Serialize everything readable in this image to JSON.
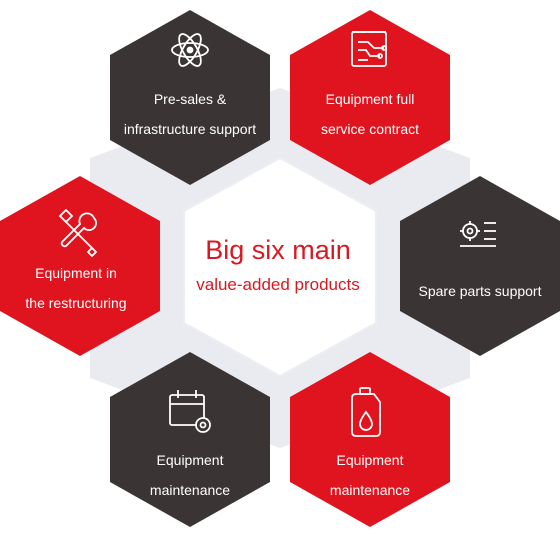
{
  "colors": {
    "red": "#e0141e",
    "dark": "#3b3434",
    "backdrop": "#e9ebf1",
    "center_fill": "#ffffff",
    "center_text": "#d81921",
    "label_text": "#ffffff"
  },
  "center": {
    "title": "Big six main",
    "subtitle": "value-added products"
  },
  "hexes": [
    {
      "line1": "Pre-sales &",
      "line2": "infrastructure support",
      "icon": "atom-icon"
    },
    {
      "line1": "Equipment full",
      "line2": "service contract",
      "icon": "circuit-board-icon"
    },
    {
      "line1": "Spare parts support",
      "line2": "",
      "icon": "gear-list-icon"
    },
    {
      "line1": "Equipment",
      "line2": "maintenance",
      "icon": "oil-bottle-icon"
    },
    {
      "line1": "Equipment",
      "line2": "maintenance",
      "icon": "calendar-gear-icon"
    },
    {
      "line1": "Equipment in",
      "line2": "the restructuring",
      "icon": "wrench-screwdriver-icon"
    }
  ]
}
